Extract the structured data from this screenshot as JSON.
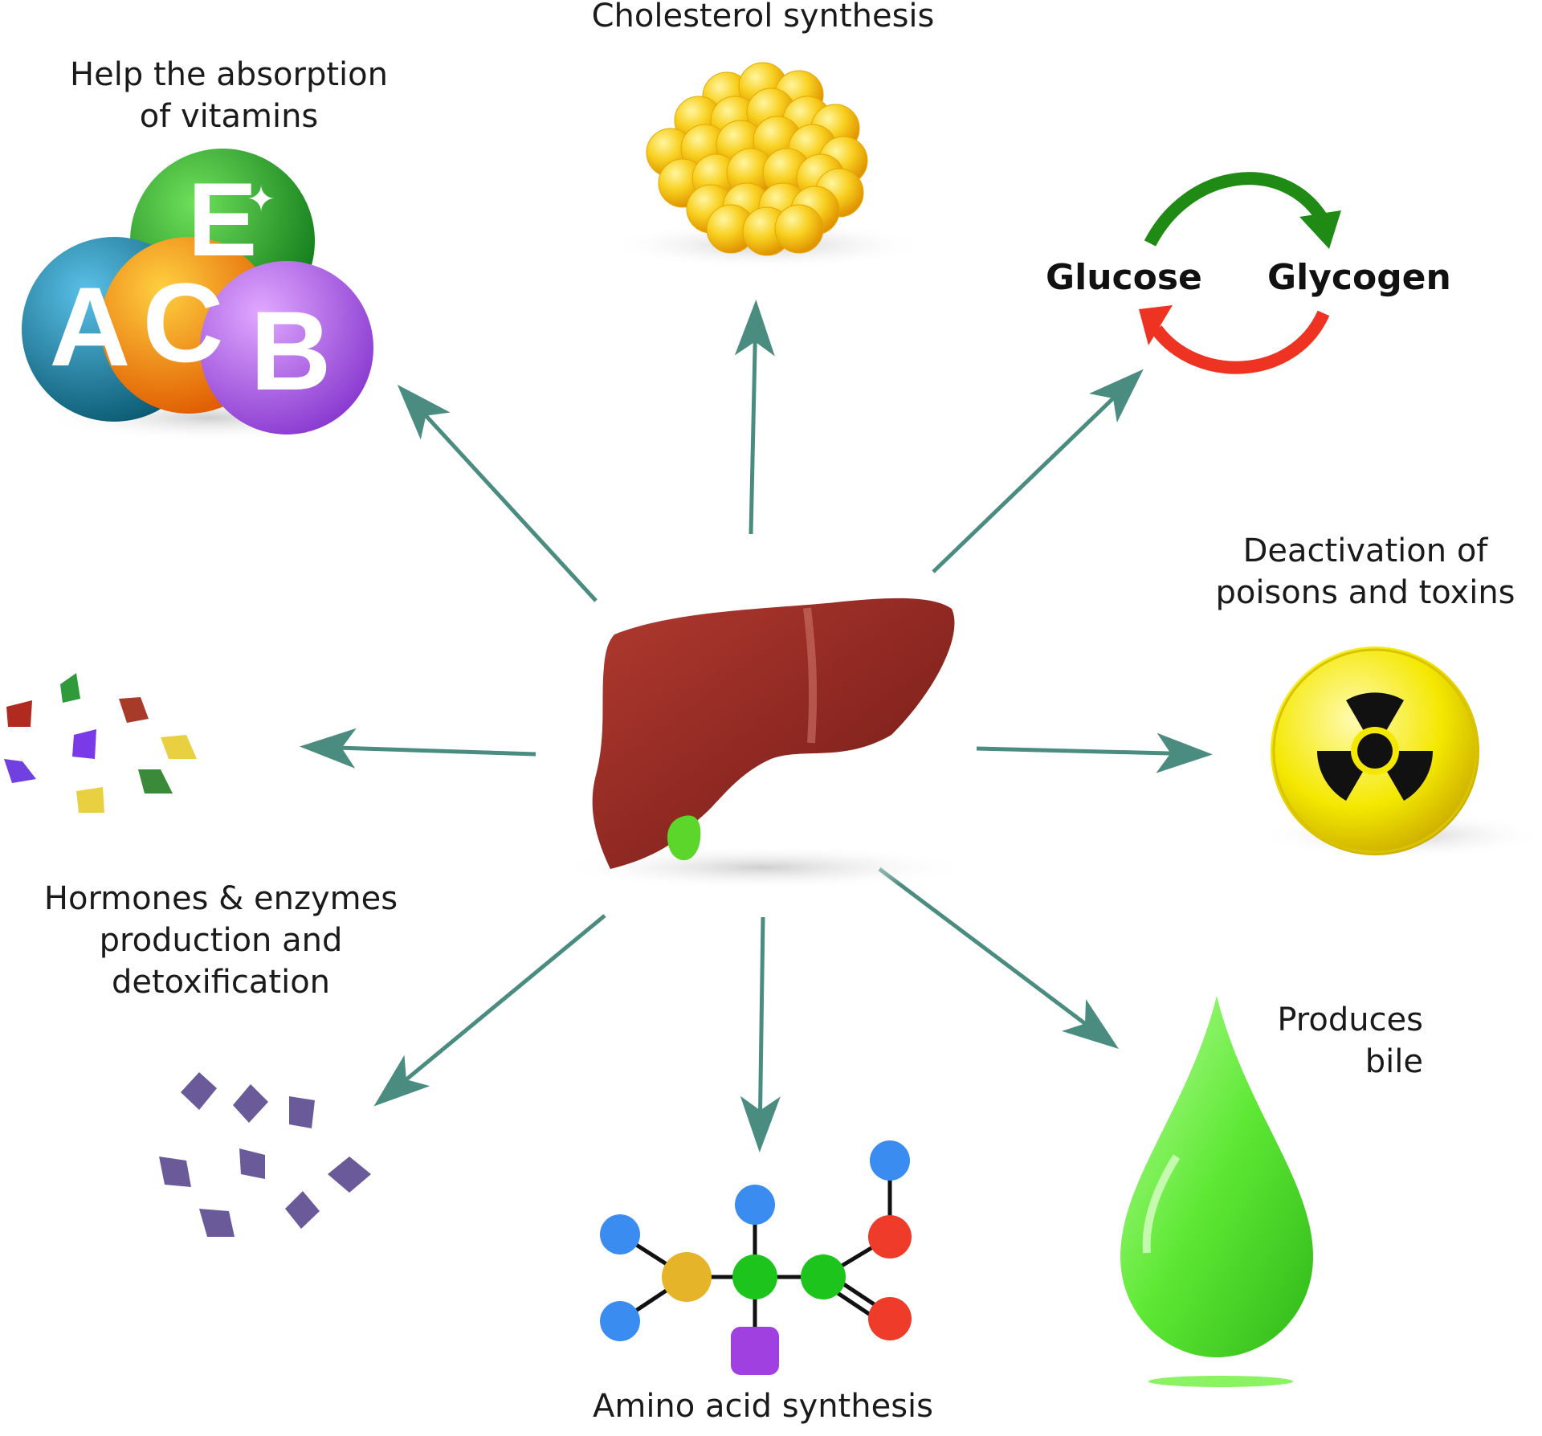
{
  "labels": {
    "cholesterol": "Cholesterol synthesis",
    "vitamins_line1": "Help the absorption",
    "vitamins_line2": "of vitamins",
    "glucose": "Glucose",
    "glycogen": "Glycogen",
    "toxins_line1": "Deactivation of",
    "toxins_line2": "poisons and toxins",
    "hormones_line1": "Hormones & enzymes",
    "hormones_line2": "production and",
    "hormones_line3": "detoxification",
    "bile_line1": "Produces",
    "bile_line2": "bile",
    "amino": "Amino acid synthesis"
  },
  "vitamins": [
    "E",
    "A",
    "C",
    "B"
  ],
  "colors": {
    "arrow": "#4a8c80",
    "liver": "#8e2a22",
    "gallbladder": "#5cd62a",
    "cycle_forward": "#1f8a14",
    "cycle_back": "#ee3322",
    "radiation_yellow": "#f2e600",
    "bile_green": "#62e63a",
    "cholesterol_yellow": "#f5c81a"
  },
  "icons": {
    "center": "liver-icon",
    "vitamins": "vitamin-spheres-icon",
    "cholesterol": "fat-cluster-icon",
    "cycle": "cycle-arrows-icon",
    "toxins": "radiation-hazard-icon",
    "bile": "bile-drop-icon",
    "amino": "molecule-icon",
    "hormones": "crystals-icon"
  }
}
